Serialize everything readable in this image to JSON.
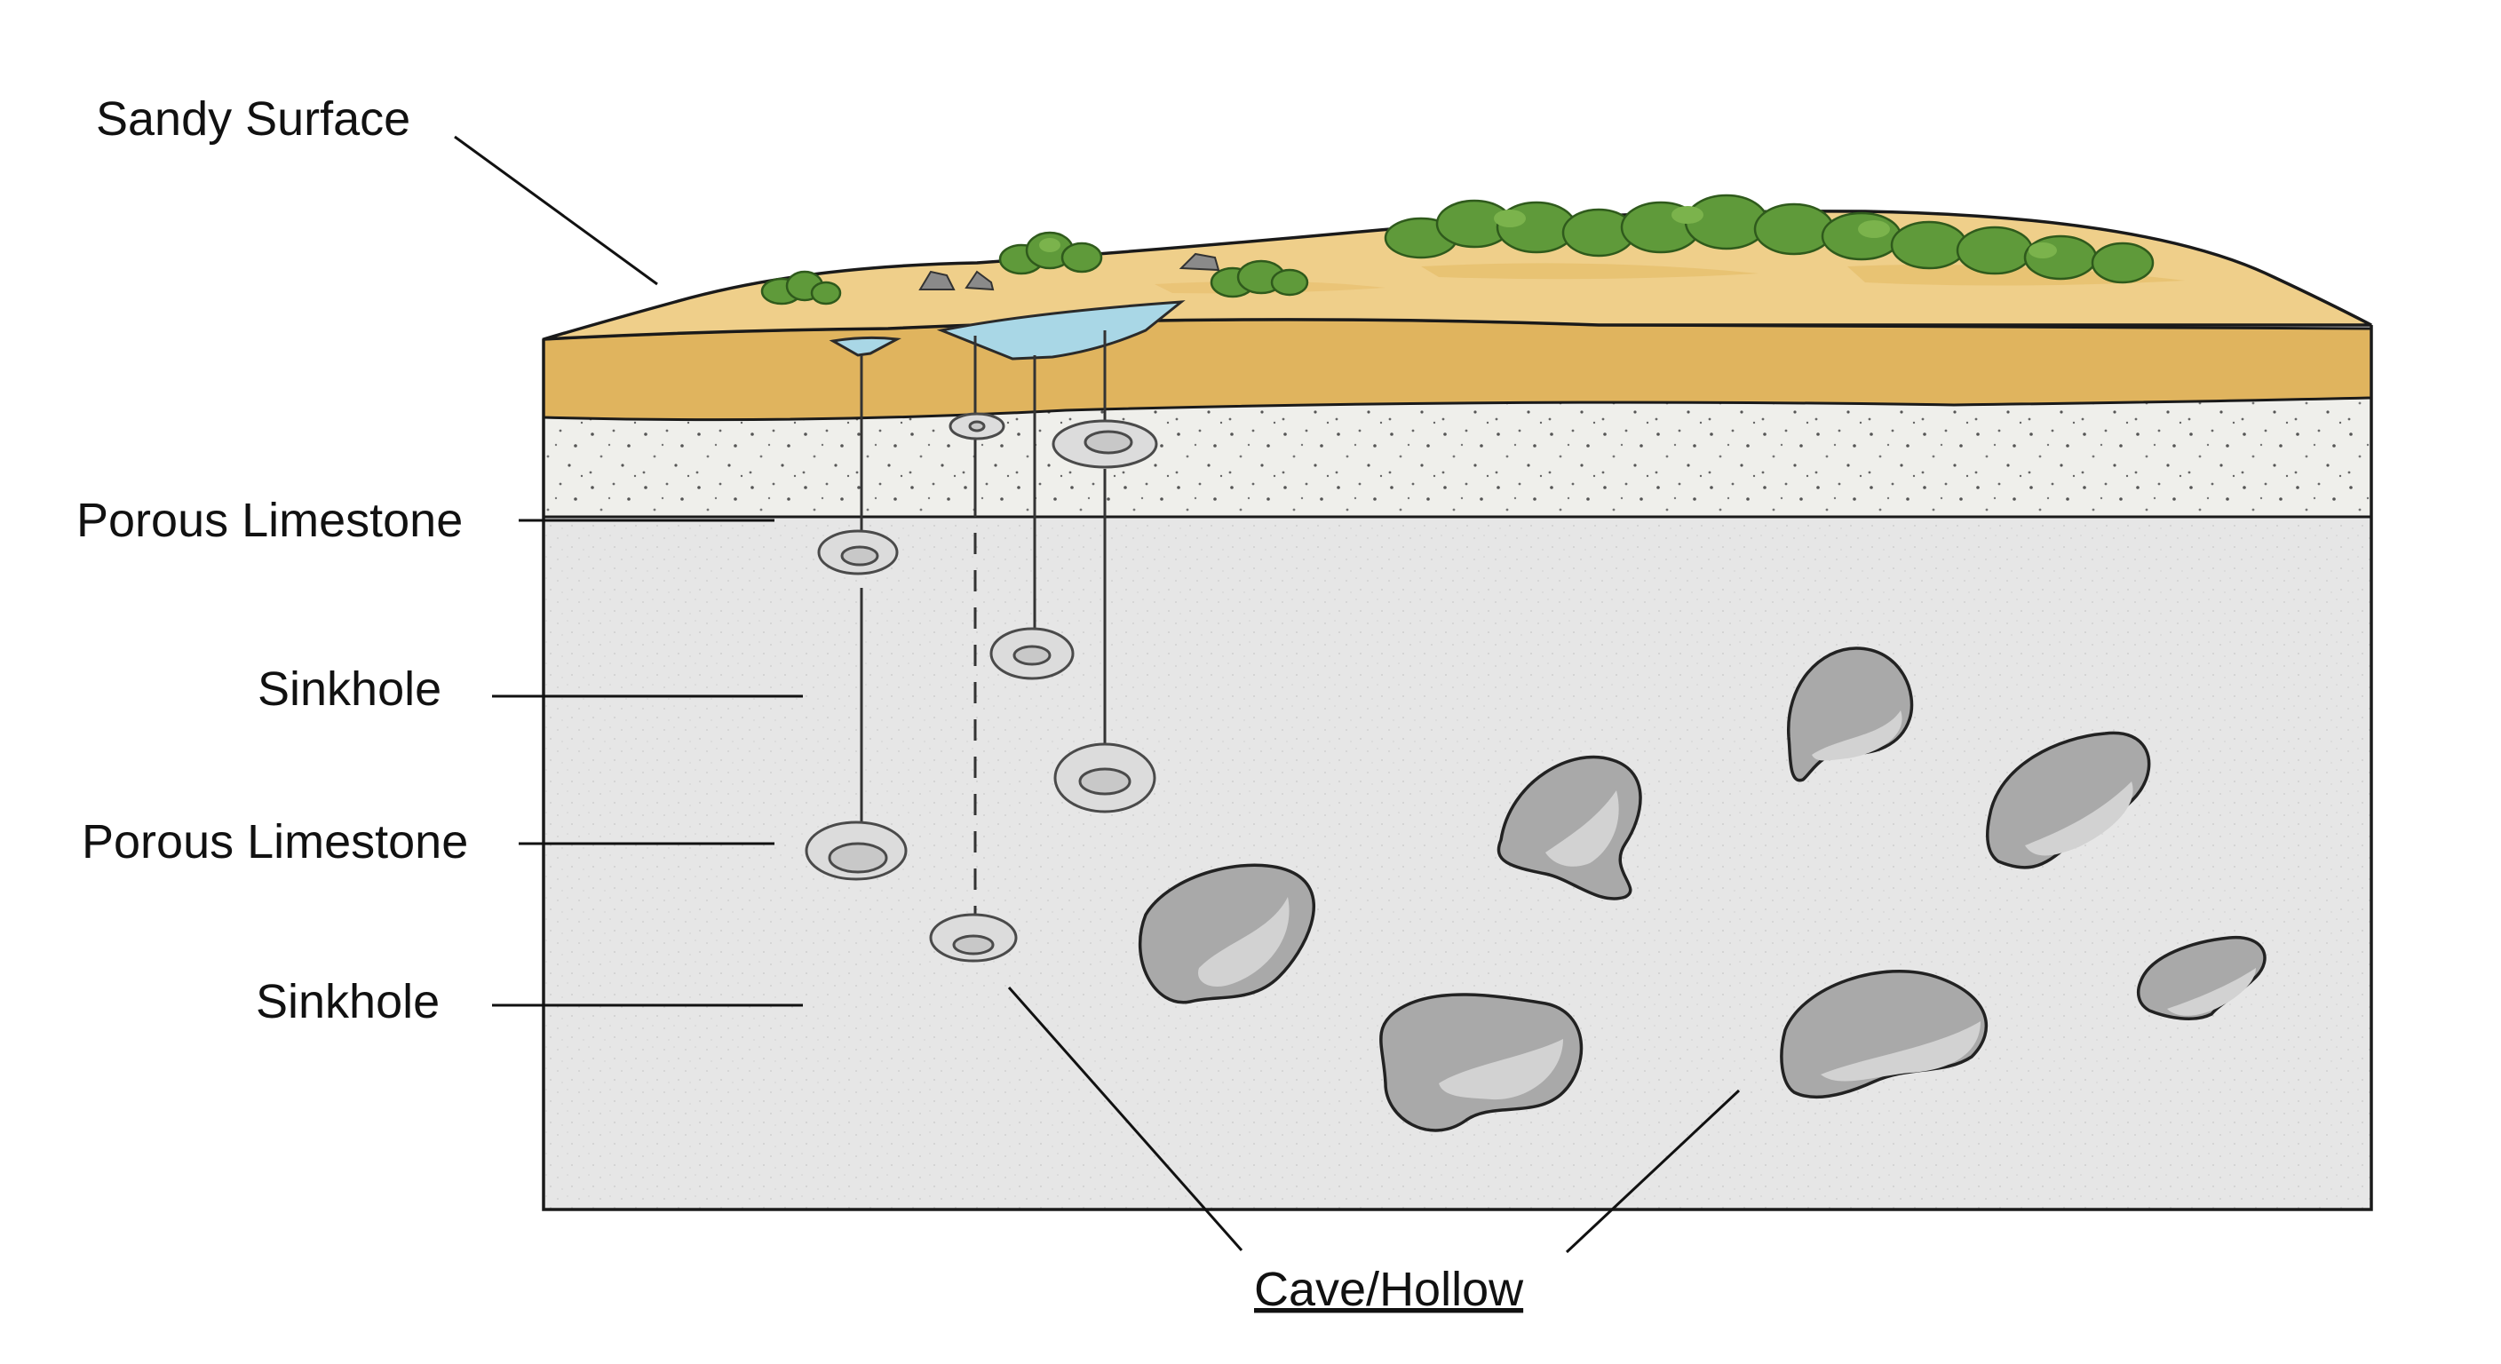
{
  "labels": {
    "sandy_surface": "Sandy Surface",
    "porous_limestone_upper": "Porous Limestone",
    "sinkhole_upper": "Sinkhole",
    "porous_limestone_lower": "Porous Limestone",
    "sinkhole_lower": "Sinkhole",
    "cave_hollow": "Cave/Hollow"
  },
  "colors": {
    "sand": "#e0b45e",
    "sand_surface": "#efcf8a",
    "porous_layer": "#efefeb",
    "limestone": "#e6e6e6",
    "vegetation": "#5f9a3a",
    "water": "#a9d7e6",
    "cave": "#a9a9a9"
  }
}
